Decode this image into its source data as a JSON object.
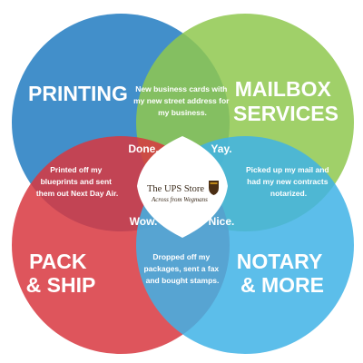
{
  "circles": {
    "printing": {
      "label": [
        "PRINTING"
      ],
      "color": "#2e83c4"
    },
    "mailbox": {
      "label": [
        "MAILBOX",
        "SERVICES"
      ],
      "color": "#8fc84f"
    },
    "pack_ship": {
      "label": [
        "PACK",
        "& SHIP"
      ],
      "color": "#d8373f"
    },
    "notary": {
      "label": [
        "NOTARY",
        "& MORE"
      ],
      "color": "#3fb3e6"
    }
  },
  "overlaps": {
    "top": [
      "New business cards with",
      "my new street address for",
      "my business."
    ],
    "left": [
      "Printed off my",
      "blueprints and sent",
      "them out Next Day Air."
    ],
    "right": [
      "Picked up my mail and",
      "had my new contracts",
      "notarized."
    ],
    "bottom": [
      "Dropped off my",
      "packages, sent a fax",
      "and bought stamps."
    ]
  },
  "center_words": {
    "top_left": "Done.",
    "top_right": "Yay.",
    "bottom_left": "Wow.",
    "bottom_right": "Nice."
  },
  "logo": {
    "title": "The UPS Store",
    "subtitle": "Across from Wegmans",
    "colors": {
      "shield": "#4b2e13",
      "accent": "#f2b11a"
    }
  }
}
